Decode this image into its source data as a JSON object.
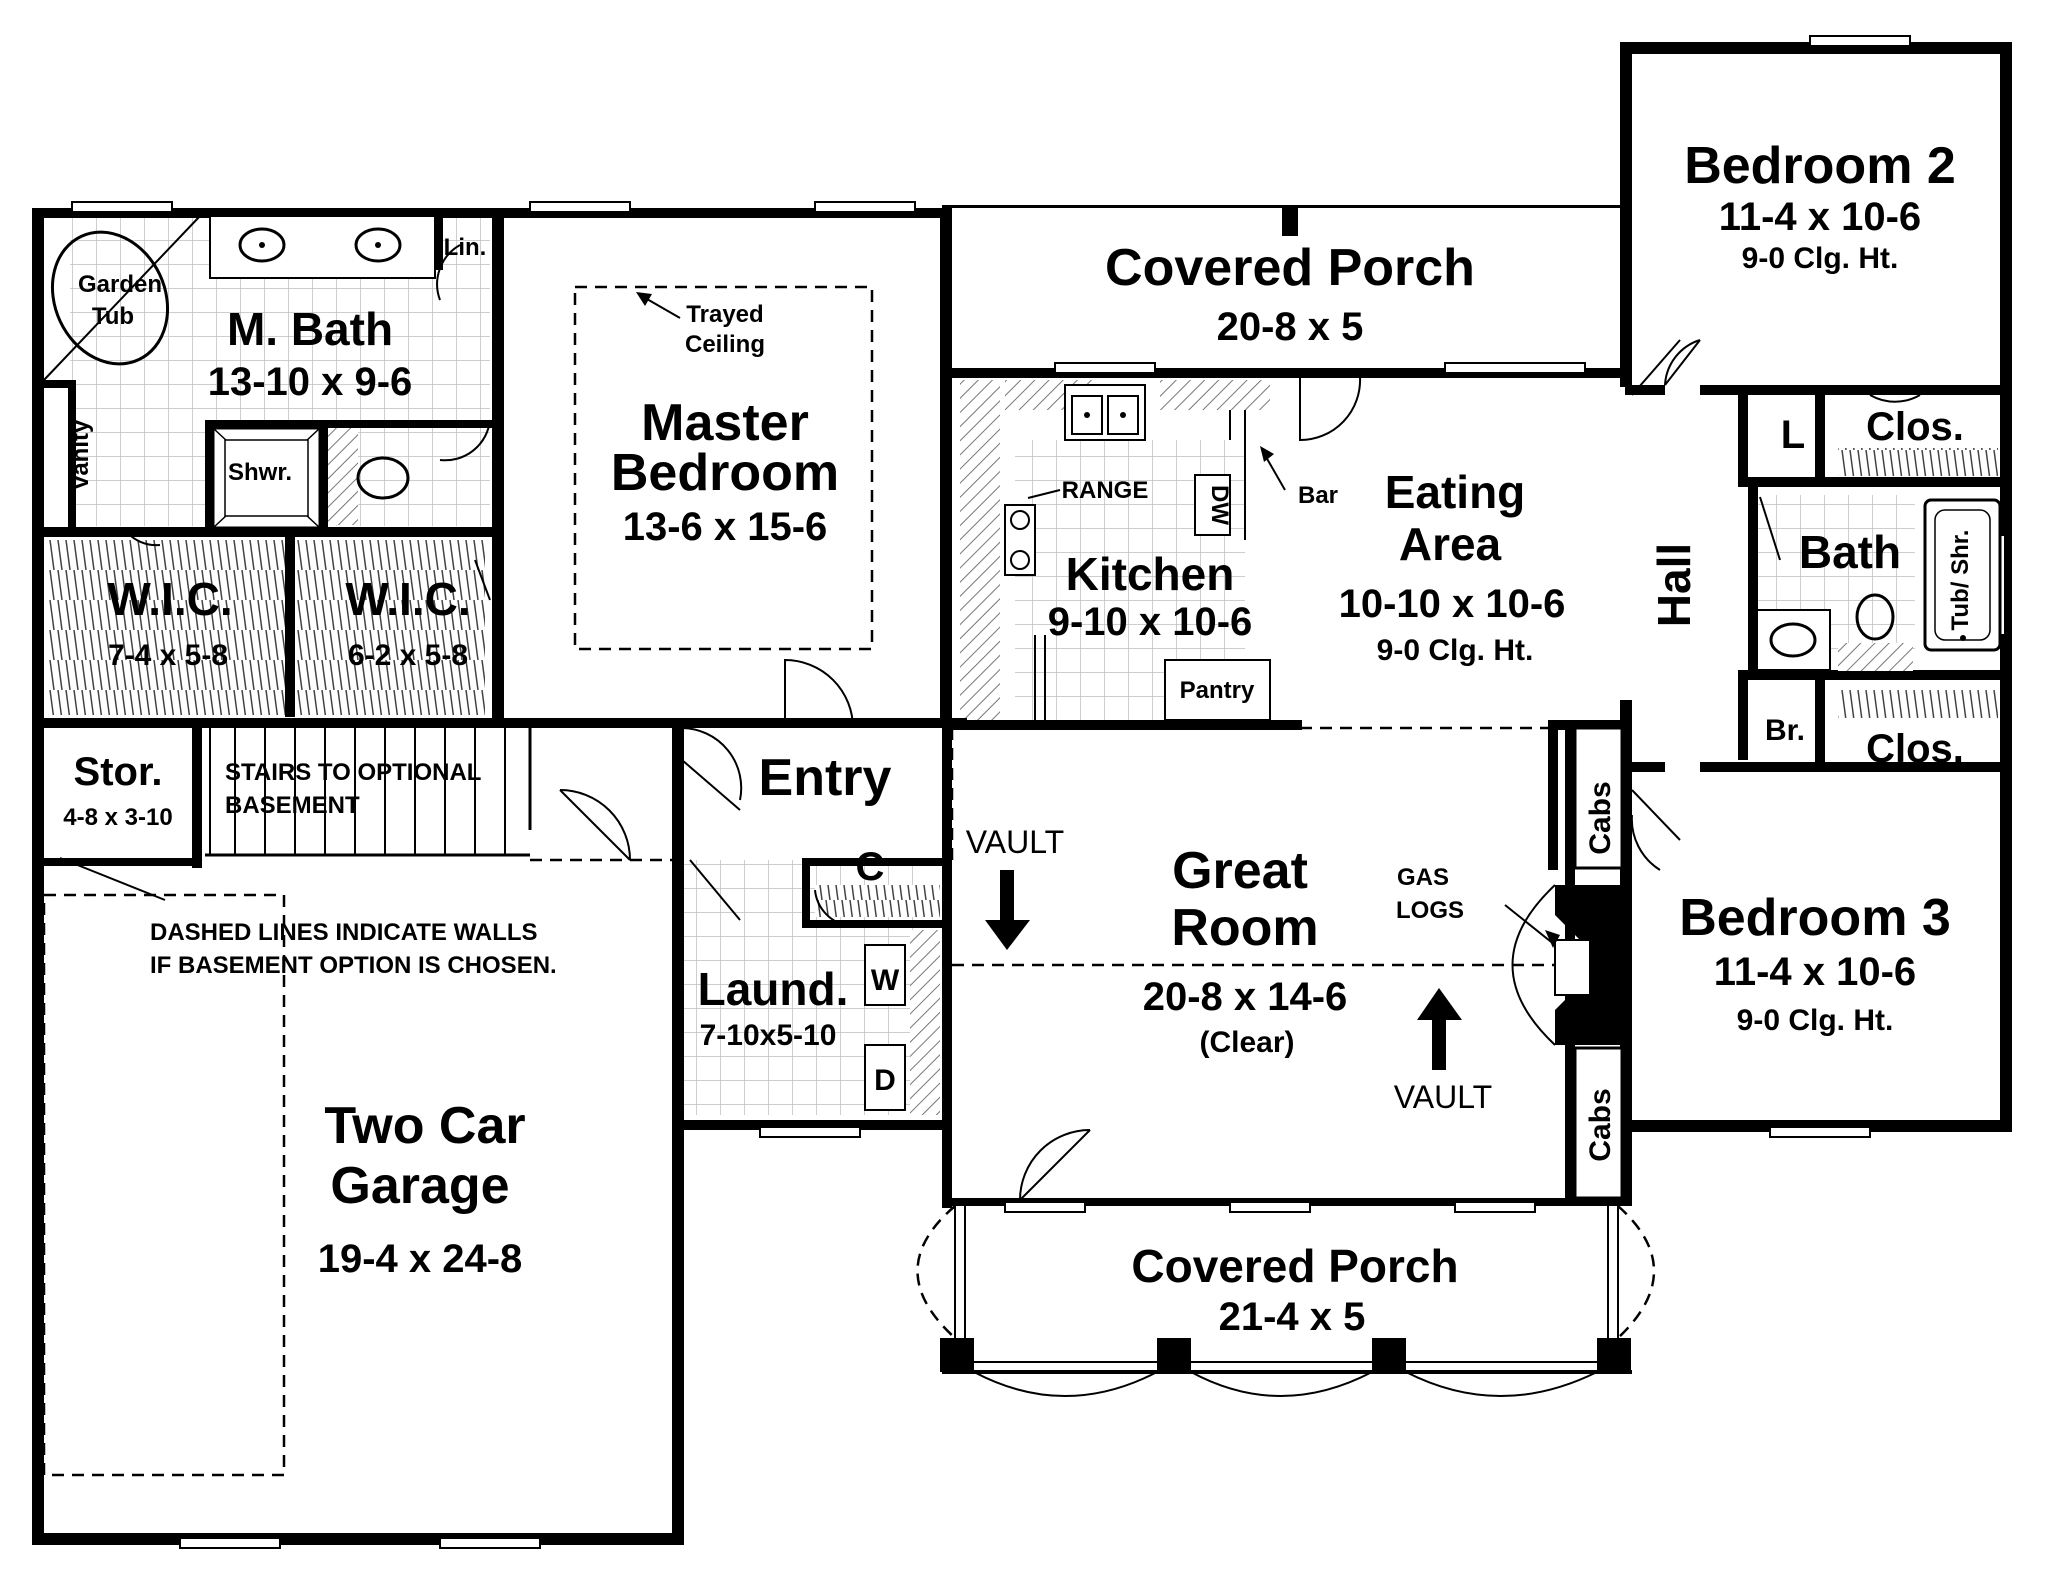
{
  "rooms": {
    "bedroom2": {
      "name": "Bedroom 2",
      "size": "11-4 x 10-6",
      "ceiling": "9-0 Clg. Ht."
    },
    "bedroom3": {
      "name": "Bedroom 3",
      "size": "11-4 x 10-6",
      "ceiling": "9-0 Clg. Ht."
    },
    "covered_porch_top": {
      "name": "Covered Porch",
      "size": "20-8 x 5"
    },
    "covered_porch_bottom": {
      "name": "Covered Porch",
      "size": "21-4 x 5"
    },
    "master_bath": {
      "name": "M. Bath",
      "size": "13-10 x 9-6"
    },
    "master_bedroom": {
      "name_line1": "Master",
      "name_line2": "Bedroom",
      "size": "13-6 x 15-6"
    },
    "wic1": {
      "name": "W.I.C.",
      "size": "7-4 x 5-8"
    },
    "wic2": {
      "name": "W.I.C.",
      "size": "6-2 x 5-8"
    },
    "kitchen": {
      "name": "Kitchen",
      "size": "9-10 x 10-6"
    },
    "eating_area": {
      "name_line1": "Eating",
      "name_line2": "Area",
      "size": "10-10 x 10-6",
      "ceiling": "9-0 Clg. Ht."
    },
    "great_room": {
      "name_line1": "Great",
      "name_line2": "Room",
      "size": "20-8 x 14-6",
      "note": "(Clear)"
    },
    "garage": {
      "name_line1": "Two Car",
      "name_line2": "Garage",
      "size": "19-4 x 24-8"
    },
    "storage": {
      "name": "Stor.",
      "size": "4-8 x 3-10"
    },
    "laundry": {
      "name": "Laund.",
      "size": "7-10x5-10"
    },
    "entry": {
      "name": "Entry"
    },
    "hall": {
      "name": "Hall"
    },
    "bath": {
      "name": "Bath"
    },
    "closet_top": {
      "name": "Clos."
    },
    "closet_bottom": {
      "name": "Clos."
    }
  },
  "fixtures": {
    "garden_tub_line1": "Garden",
    "garden_tub_line2": "Tub",
    "linen": "Lin.",
    "vanity": "Vanity",
    "shower": "Shwr.",
    "trayed_ceiling_line1": "Trayed",
    "trayed_ceiling_line2": "Ceiling",
    "range": "RANGE",
    "dishwasher": "DW",
    "bar": "Bar",
    "pantry": "Pantry",
    "linen_closet": "L",
    "broom": "Br.",
    "tub_shower": "Tub/ Shr.",
    "coat_closet": "C",
    "washer": "W",
    "dryer": "D",
    "cabs_top": "Cabs",
    "cabs_bottom": "Cabs",
    "gas_logs_line1": "GAS",
    "gas_logs_line2": "LOGS",
    "vault_top": "VAULT",
    "vault_bottom": "VAULT"
  },
  "notes": {
    "stairs_line1": "STAIRS TO OPTIONAL",
    "stairs_line2": "BASEMENT",
    "dashed_line1": "DASHED LINES INDICATE WALLS",
    "dashed_line2": "IF BASEMENT OPTION IS CHOSEN."
  }
}
